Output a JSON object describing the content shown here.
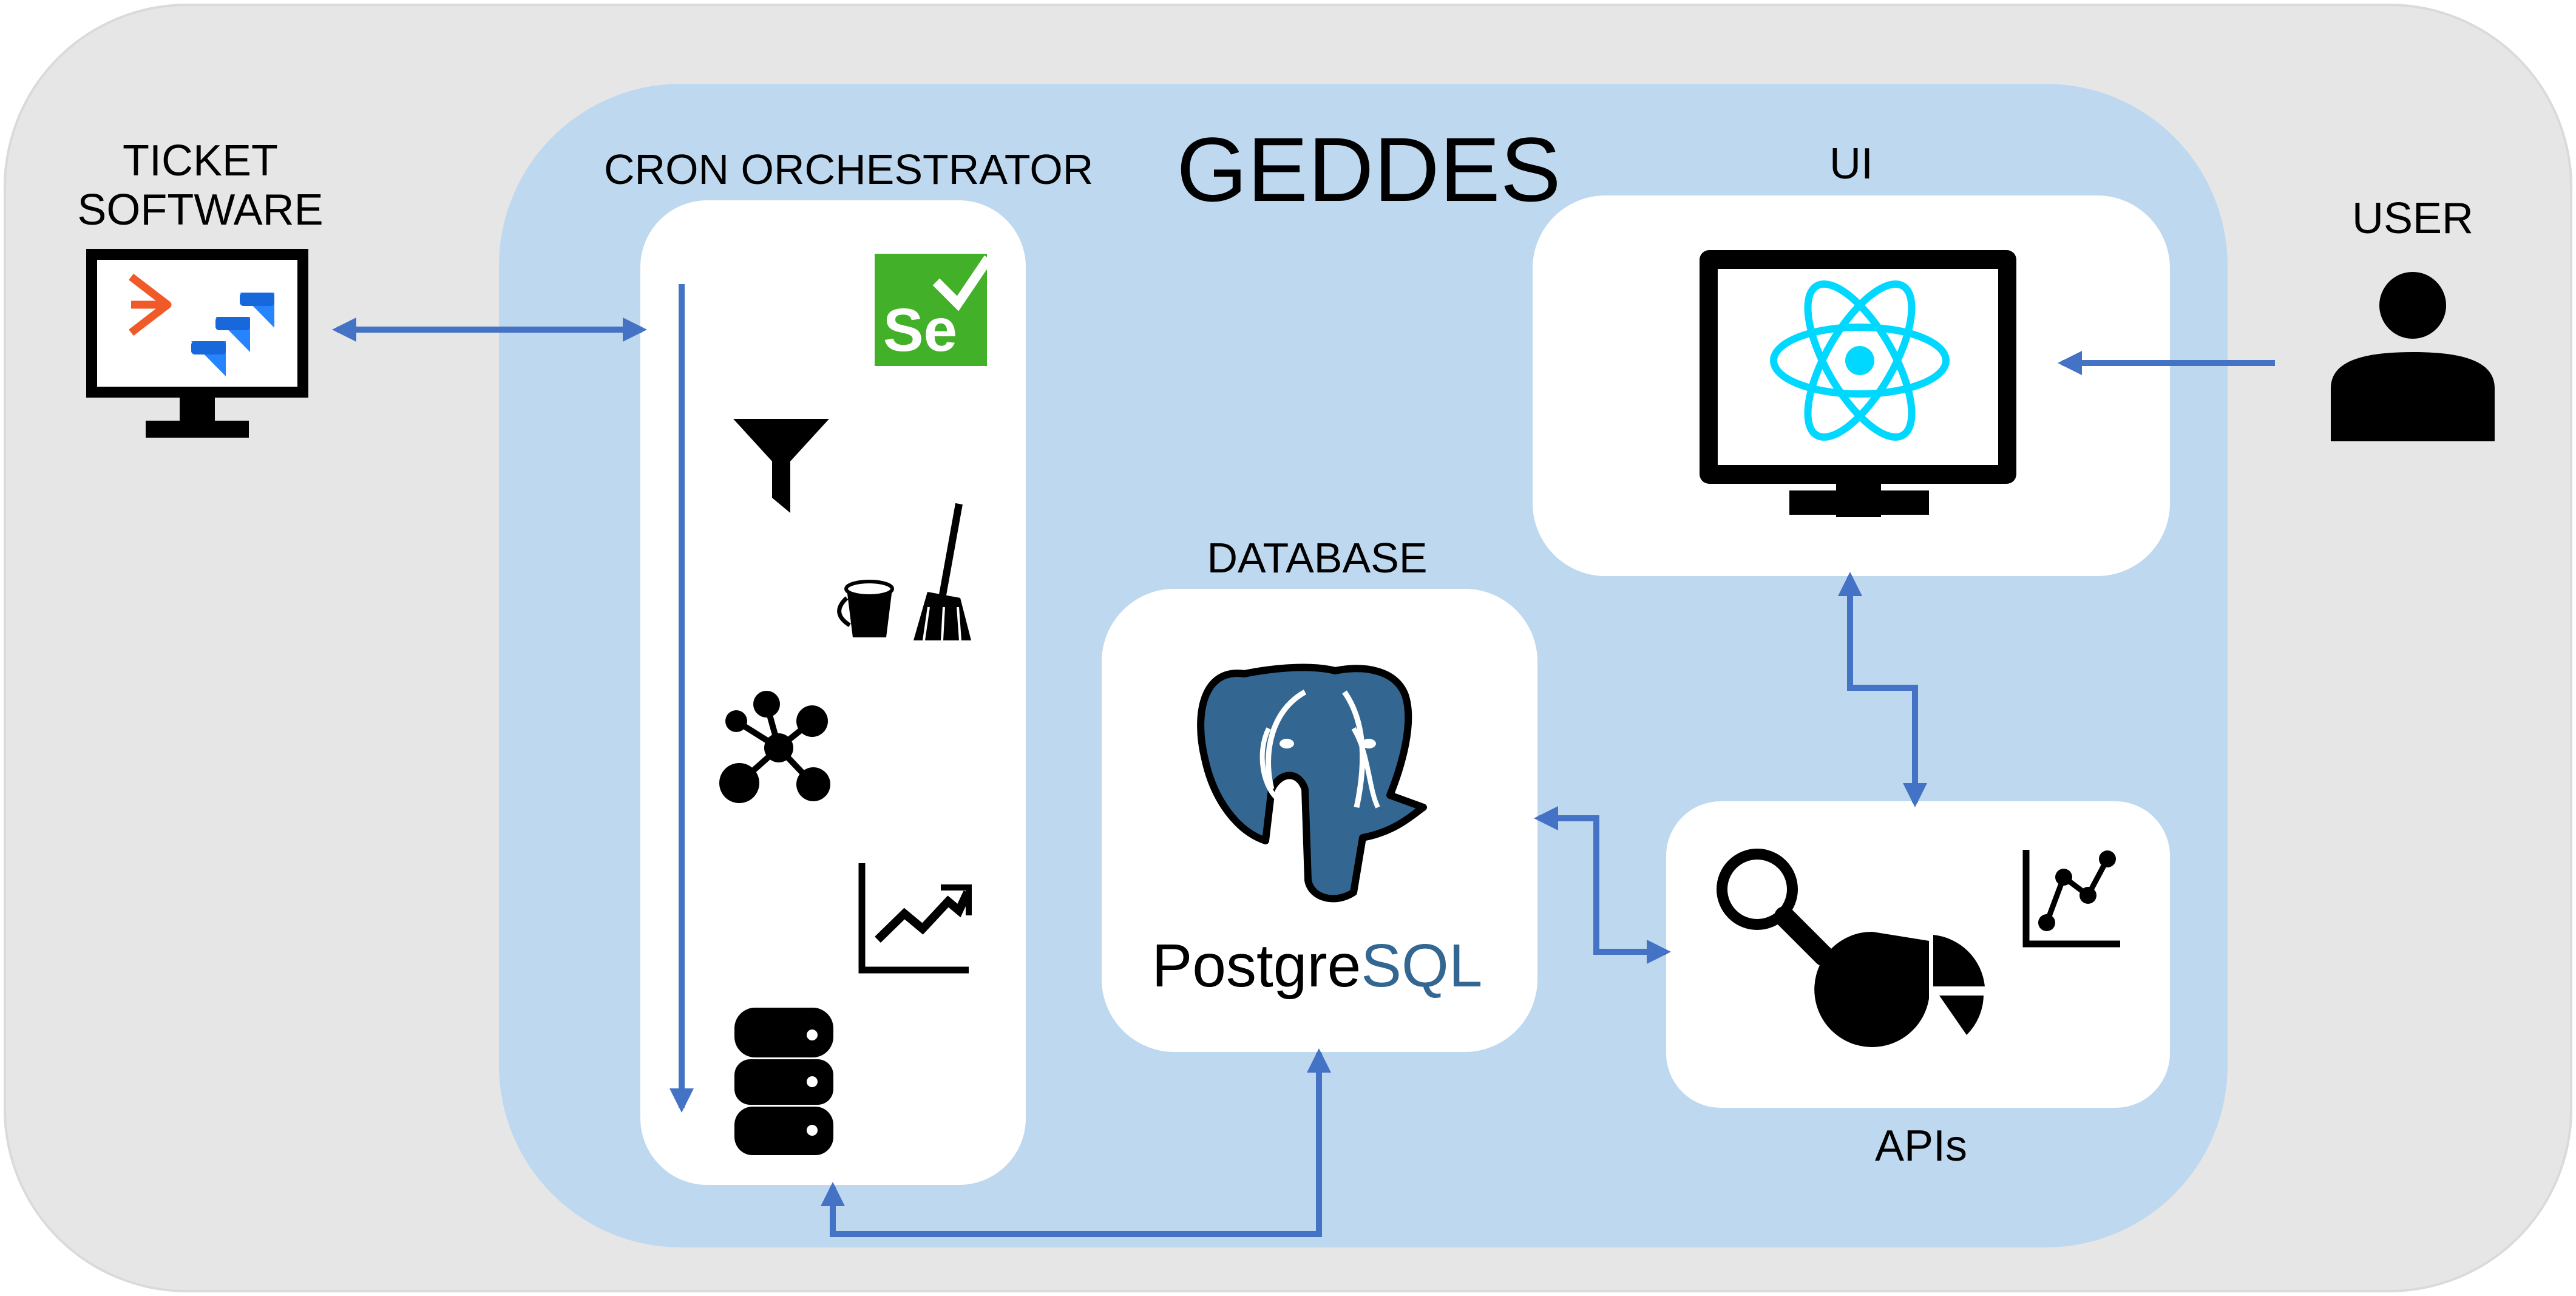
{
  "title": "GEDDES",
  "sections": {
    "ticket_software": {
      "label_line1": "TICKET",
      "label_line2": "SOFTWARE"
    },
    "cron_orchestrator": {
      "label": "CRON ORCHESTRATOR",
      "selenium_badge": "Se"
    },
    "database": {
      "label": "DATABASE",
      "logo_text_a": "Postgre",
      "logo_text_b": "SQL"
    },
    "ui": {
      "label": "UI"
    },
    "apis": {
      "label": "APIs"
    },
    "user": {
      "label": "USER"
    }
  },
  "icons": [
    "monitor-icon",
    "bitbucket-icon",
    "jira-icon",
    "selenium-icon",
    "filter-icon",
    "cleaning-icon",
    "network-icon",
    "trend-chart-icon",
    "database-icon",
    "postgresql-elephant-icon",
    "react-icon",
    "magnifier-icon",
    "pie-chart-icon",
    "line-chart-icon",
    "user-icon"
  ],
  "colors": {
    "outer_bg": "#e6e6e6",
    "inner_bg": "#bed8ef",
    "card_bg": "#ffffff",
    "arrow": "#4472c4",
    "selenium_green": "#43b02a",
    "react_cyan": "#00d8ff",
    "postgres_blue": "#336791",
    "jira_blue": "#2684ff",
    "bitbucket_orange": "#f05a28"
  }
}
